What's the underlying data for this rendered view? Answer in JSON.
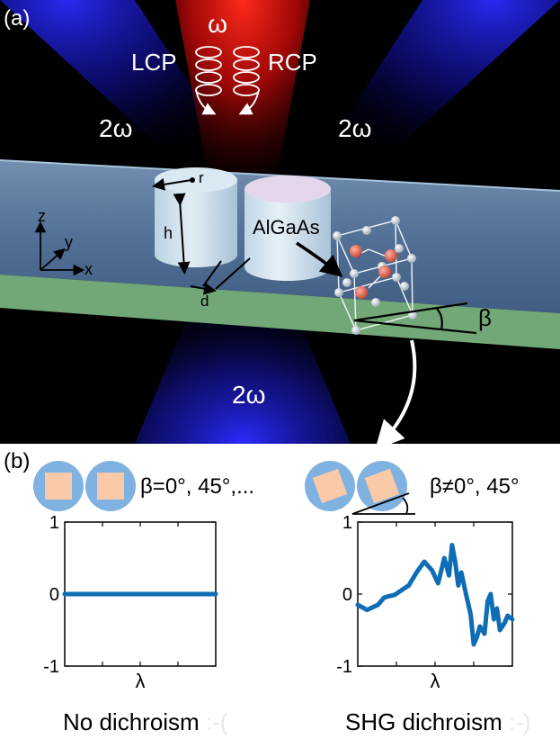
{
  "panel_a": {
    "label": "(a)",
    "omega": "ω",
    "lcp": "LCP",
    "rcp": "RCP",
    "shg_left": "2ω",
    "shg_right": "2ω",
    "shg_bottom": "2ω",
    "radius_label": "r",
    "height_label": "h",
    "gap_label": "d",
    "material_label": "AlGaAs",
    "axis_z": "z",
    "axis_y": "y",
    "axis_x": "x",
    "angle_label": "β",
    "colors": {
      "background": "#000000",
      "substrate_top": "#5f7fa6",
      "substrate_edge": "#8fcf8f",
      "pillar": "#c9dde8",
      "red_beam": "#d01010",
      "blue_beam": "#2020d0",
      "atom_red": "#e06050",
      "atom_gray": "#d0d8e0"
    }
  },
  "panel_b": {
    "label": "(b)",
    "left_condition": "β=0°, 45°,...",
    "right_condition": "β≠0°, 45°",
    "left_caption": "No dichroism",
    "left_caption_faded": " :-(",
    "right_caption": "SHG dichroism",
    "right_caption_faded": " :-)",
    "colors": {
      "disk": "#7fb2e0",
      "square": "#f9c9a8",
      "line": "#0f6db5"
    }
  },
  "chart_data": [
    {
      "type": "line",
      "title": "",
      "xlabel": "λ",
      "ylabel": "",
      "ylim": [
        -1,
        1
      ],
      "yticks": [
        "1",
        "0",
        "-1"
      ],
      "grid": false,
      "series": [
        {
          "x": [
            0,
            1
          ],
          "y": [
            0,
            0
          ]
        }
      ]
    },
    {
      "type": "line",
      "title": "",
      "xlabel": "λ",
      "ylabel": "",
      "ylim": [
        -1,
        1
      ],
      "yticks": [
        "1",
        "0",
        "-1"
      ],
      "grid": false,
      "series": [
        {
          "x": [
            0,
            0.06,
            0.13,
            0.17,
            0.2,
            0.24,
            0.28,
            0.33,
            0.38,
            0.43,
            0.48,
            0.52,
            0.56,
            0.59,
            0.61,
            0.63,
            0.65,
            0.67,
            0.7,
            0.73,
            0.75,
            0.77,
            0.79,
            0.82,
            0.84,
            0.86,
            0.88,
            0.9,
            0.92,
            0.95,
            0.97,
            1.0
          ],
          "y": [
            -0.15,
            -0.22,
            -0.15,
            -0.05,
            -0.03,
            -0.01,
            0.05,
            0.12,
            0.3,
            0.45,
            0.33,
            0.15,
            0.5,
            0.26,
            0.68,
            0.45,
            0.12,
            0.3,
            0.0,
            -0.28,
            -0.7,
            -0.6,
            -0.45,
            -0.55,
            -0.1,
            0.0,
            -0.35,
            -0.2,
            -0.5,
            -0.4,
            -0.3,
            -0.35
          ]
        }
      ]
    }
  ]
}
